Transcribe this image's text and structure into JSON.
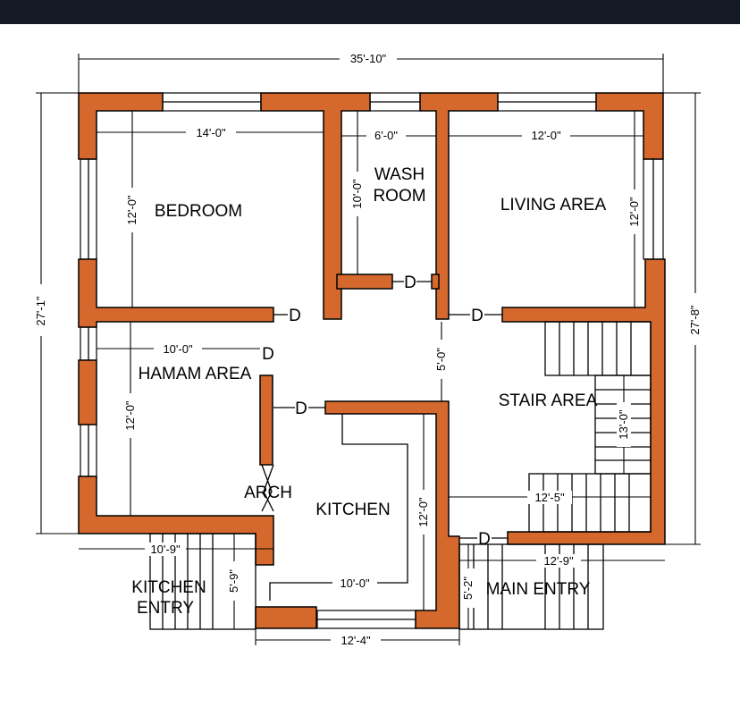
{
  "rooms": {
    "bedroom": "BEDROOM",
    "washroom_line1": "WASH",
    "washroom_line2": "ROOM",
    "living": "LIVING AREA",
    "hamam": "HAMAM AREA",
    "stair": "STAIR AREA",
    "kitchen": "KITCHEN",
    "arch": "ARCH",
    "kitchen_entry_line1": "KITCHEN",
    "kitchen_entry_line2": "ENTRY",
    "main_entry": "MAIN ENTRY"
  },
  "doors": {
    "label": "D"
  },
  "dimensions": {
    "overall_width": "35'-10\"",
    "overall_left_height": "27'-1\"",
    "overall_right_height": "27'-8\"",
    "bedroom_width": "14'-0\"",
    "bedroom_height": "12'-0\"",
    "washroom_width": "6'-0\"",
    "washroom_height": "10'-0\"",
    "living_width": "12'-0\"",
    "living_height": "12'-0\"",
    "hamam_width": "10'-0\"",
    "hamam_height": "12'-0\"",
    "passage_height": "5'-0\"",
    "stair_height": "13'-0\"",
    "stair_width": "12'-5\"",
    "kitchen_height": "12'-0\"",
    "kitchen_width": "10'-0\"",
    "kitchen_entry_width": "10'-9\"",
    "kitchen_entry_depth": "5'-9\"",
    "main_entry_width": "12'-9\"",
    "main_entry_depth": "5'-2\"",
    "bottom_width": "12'-4\""
  },
  "colors": {
    "wall": "#d5692d",
    "topbar": "#141a26"
  }
}
